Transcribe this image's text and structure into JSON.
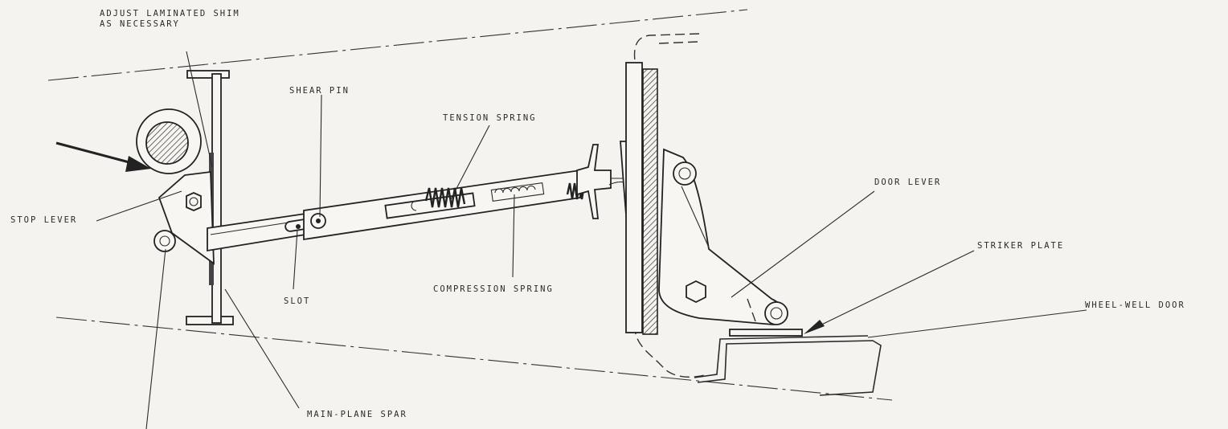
{
  "labels": {
    "adjust_line1": "ADJUST LAMINATED SHIM",
    "adjust_line2": "AS NECESSARY",
    "shear_pin": "SHEAR PIN",
    "tension_spring": "TENSION SPRING",
    "stop_lever": "STOP LEVER",
    "slot": "SLOT",
    "compression_spring": "COMPRESSION SPRING",
    "door_lever": "DOOR LEVER",
    "striker_plate": "STRIKER PLATE",
    "wheel_well_door": "WHEEL-WELL DOOR",
    "main_plane_spar": "MAIN-PLANE SPAR"
  },
  "colors": {
    "paper": "#f4f3ef",
    "ink": "#2b2b2b"
  }
}
